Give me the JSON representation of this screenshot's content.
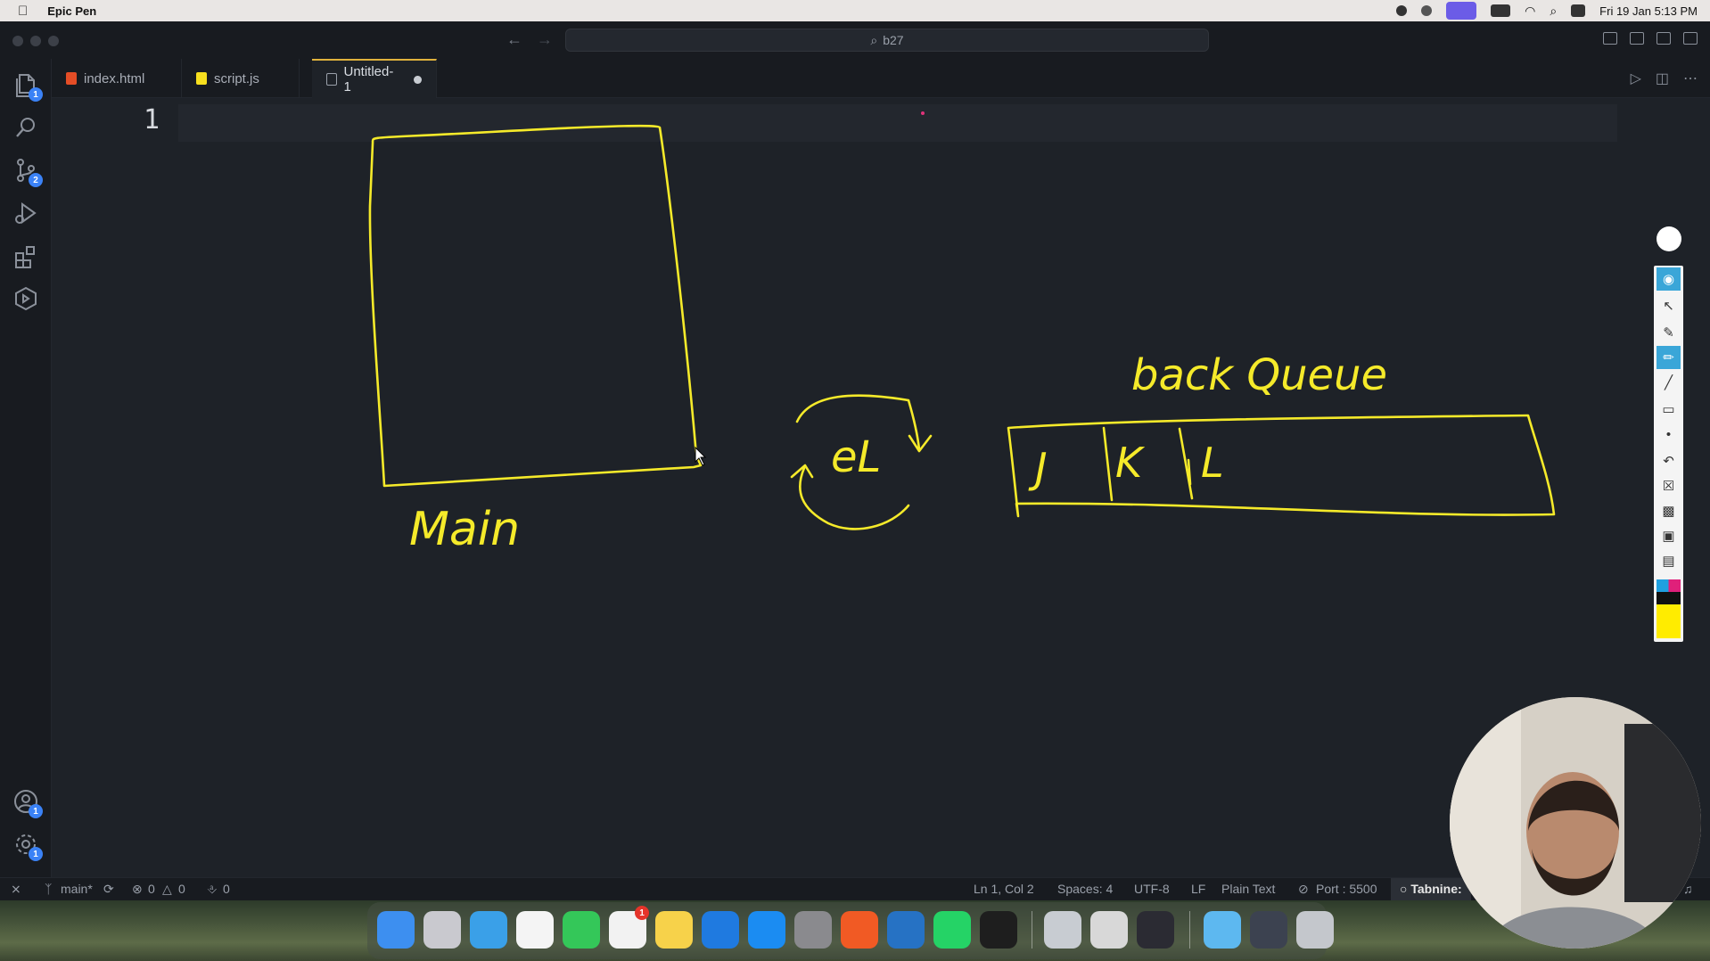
{
  "menubar": {
    "app_name": "Epic Pen",
    "datetime": "Fri 19 Jan  5:13 PM"
  },
  "titlebar": {
    "command_center": "b27"
  },
  "activity_bar": {
    "explorer_badge": "1",
    "source_control_badge": "2",
    "accounts_badge": "1",
    "settings_badge": "1"
  },
  "tabs": [
    {
      "label": "index.html",
      "color": "#e44d26"
    },
    {
      "label": "script.js",
      "color": "#f7df1e"
    },
    {
      "label": "Untitled-1",
      "color": "#9aa0aa"
    }
  ],
  "editor": {
    "line_number": "1"
  },
  "drawing": {
    "ink_color": "#f5ea2a",
    "label_main": "Main",
    "label_event_loop": "eL",
    "label_queue": "back Queue",
    "queue_items": [
      "J",
      "K",
      "L"
    ]
  },
  "statusbar": {
    "branch": "main*",
    "errors": "0",
    "warnings": "0",
    "ports_forwarded": "0",
    "position": "Ln 1, Col 2",
    "spaces": "Spaces: 4",
    "encoding": "UTF-8",
    "eol": "LF",
    "language": "Plain Text",
    "port": "Port : 5500",
    "tabnine": "Tabnine:"
  },
  "dock": {
    "reminders_badge": "1",
    "apps": [
      "Finder",
      "Launchpad",
      "Safari",
      "Photos",
      "FaceTime",
      "Reminders",
      "Notes",
      "Keynote",
      "App Store",
      "System Settings",
      "Brave",
      "Visual Studio Code",
      "WhatsApp",
      "Epic Pen",
      "Preview",
      "Font Book",
      "OBS",
      "Downloads",
      "Screenshots",
      "Trash"
    ]
  },
  "colors": {
    "editor_bg": "#1e2228",
    "accent_blue": "#3b82f6",
    "tab_active_border": "#e0b23c"
  }
}
